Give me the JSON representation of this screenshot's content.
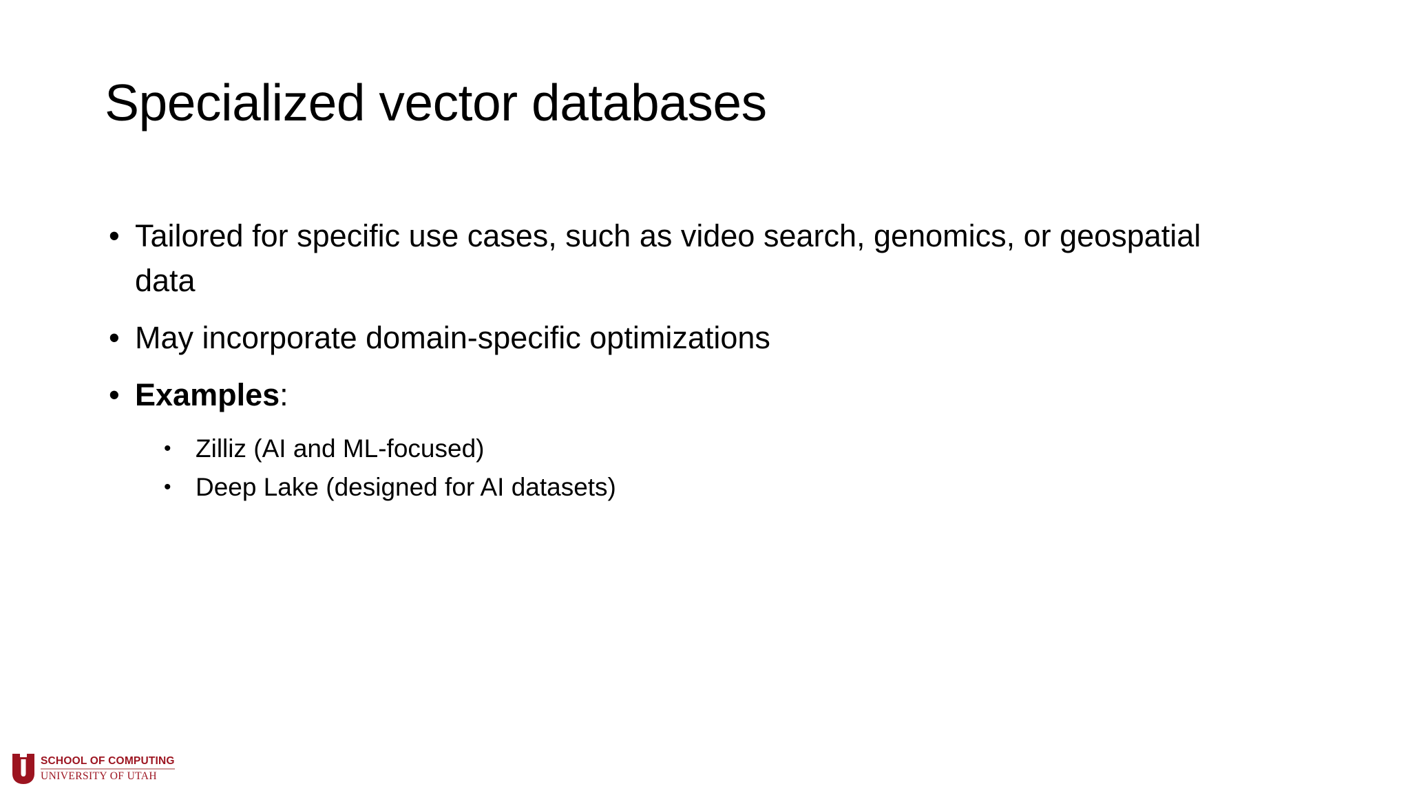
{
  "slide": {
    "title": "Specialized vector databases",
    "background_color": "#ffffff",
    "text_color": "#000000",
    "bullets": [
      {
        "level": 1,
        "marker": "•",
        "text": "Tailored for specific use cases, such as video search, genomics, or geospatial data",
        "bold": false
      },
      {
        "level": 1,
        "marker": "•",
        "text": "May incorporate domain-specific optimizations",
        "bold": false
      },
      {
        "level": 1,
        "marker": "•",
        "bold_text": "Examples",
        "text": ":",
        "bold": true
      },
      {
        "level": 2,
        "marker": "•",
        "text": "Zilliz (AI and ML-focused)",
        "bold": false
      },
      {
        "level": 2,
        "marker": "•",
        "text": "Deep Lake (designed for AI datasets)",
        "bold": false
      }
    ]
  },
  "logo": {
    "mark": "block-u-icon",
    "line1": "SCHOOL OF COMPUTING",
    "line2": "UNIVERSITY OF UTAH",
    "color": "#9c1420",
    "rule_color": "#cc9999"
  }
}
